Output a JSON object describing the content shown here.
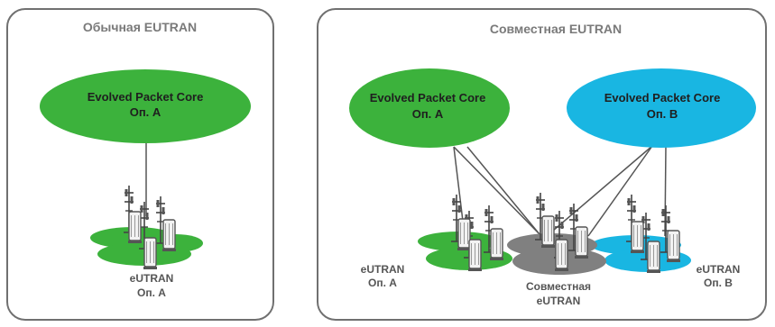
{
  "colors": {
    "green": "#3cb23c",
    "cyan": "#19b6e2",
    "gray": "#808080",
    "frame": "#707070"
  },
  "left_panel": {
    "title": "Обычная EUTRAN",
    "core": {
      "line1": "Evolved Packet Core",
      "line2": "Оп. A"
    },
    "ran": {
      "line1": "eUTRAN",
      "line2": "Оп. A"
    }
  },
  "right_panel": {
    "title": "Совместная EUTRAN",
    "core_a": {
      "line1": "Evolved Packet Core",
      "line2": "Оп. A"
    },
    "core_b": {
      "line1": "Evolved Packet Core",
      "line2": "Оп. B"
    },
    "ran_a": {
      "line1": "eUTRAN",
      "line2": "Оп. A"
    },
    "ran_shared": {
      "line1": "Совместная",
      "line2": "eUTRAN"
    },
    "ran_b": {
      "line1": "eUTRAN",
      "line2": "Оп. B"
    }
  },
  "icons": {
    "tower": "radio-tower-icon",
    "cabinet": "base-station-cabinet-icon"
  }
}
